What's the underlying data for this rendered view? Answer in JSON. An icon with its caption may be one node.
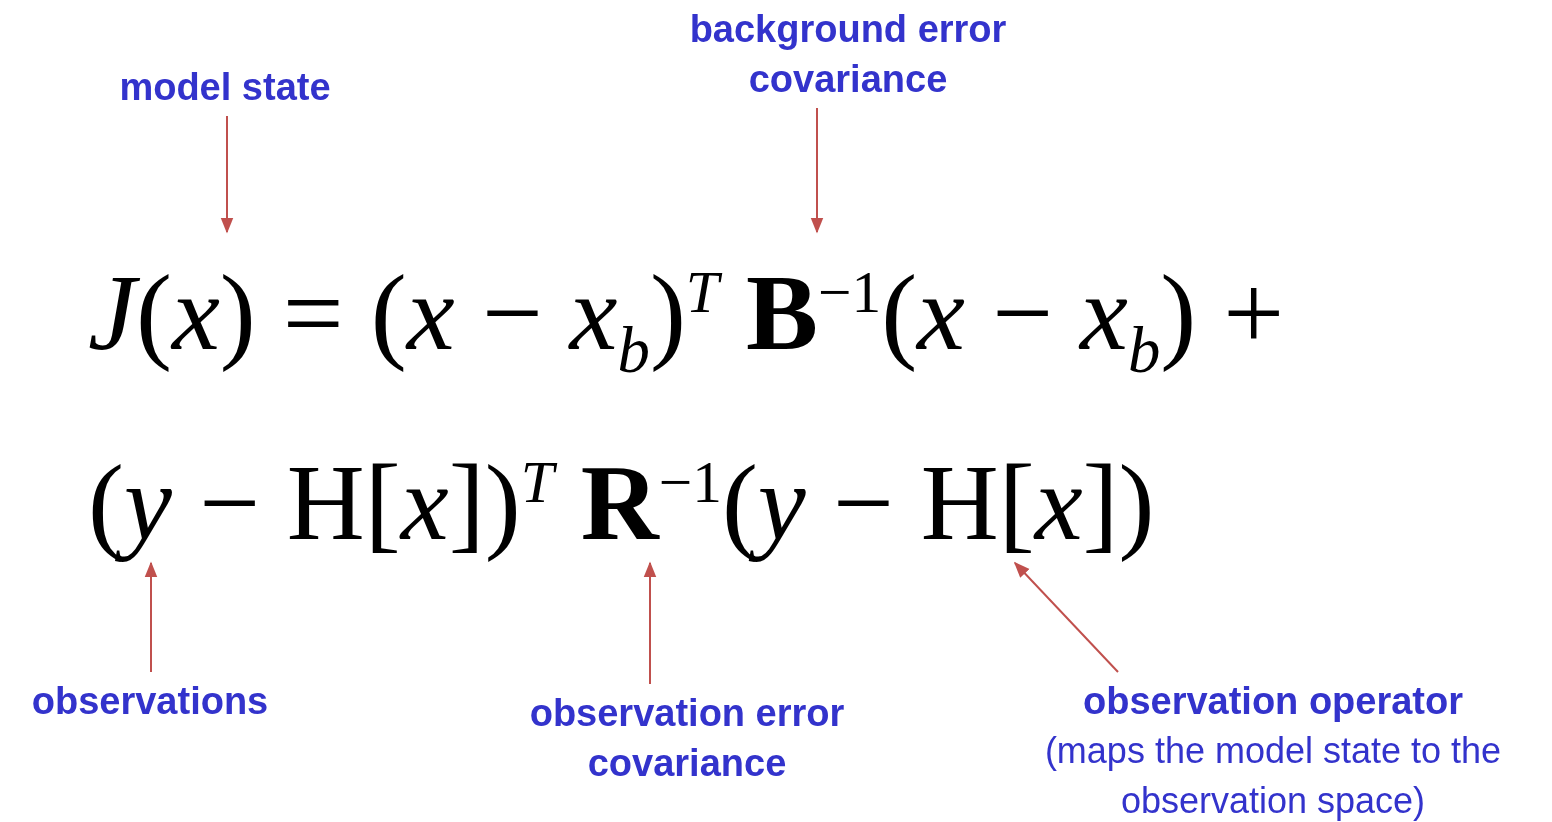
{
  "diagram": {
    "nodes": [
      {
        "text": [
          "model state"
        ]
      },
      {
        "text": [
          "background error covariance"
        ]
      },
      {
        "text": [
          "*J*(*x*) = (*x* − *x*$_{b}$)$^{T}$ **B**$^{−1}$(*x* − *x*$_{b}$) +"
        ]
      },
      {
        "text": [
          "(*y* − H[*x*])$^{T}$ **R**$^{−1}$(*y* − H[*x*])"
        ]
      },
      {
        "text": [
          "observations"
        ]
      },
      {
        "text": [
          "observation error covariance"
        ]
      },
      {
        "text": [
          "observation operator",
          "(maps the model state to the observation space)"
        ]
      }
    ],
    "edges": [
      {
        "from": 0,
        "to": 2,
        "arrow": "to"
      },
      {
        "from": 1,
        "to": 2,
        "arrow": "to"
      },
      {
        "from": 4,
        "to": 3,
        "arrow": "to"
      },
      {
        "from": 5,
        "to": 3,
        "arrow": "to"
      },
      {
        "from": 6,
        "to": 3,
        "arrow": "to"
      }
    ]
  }
}
